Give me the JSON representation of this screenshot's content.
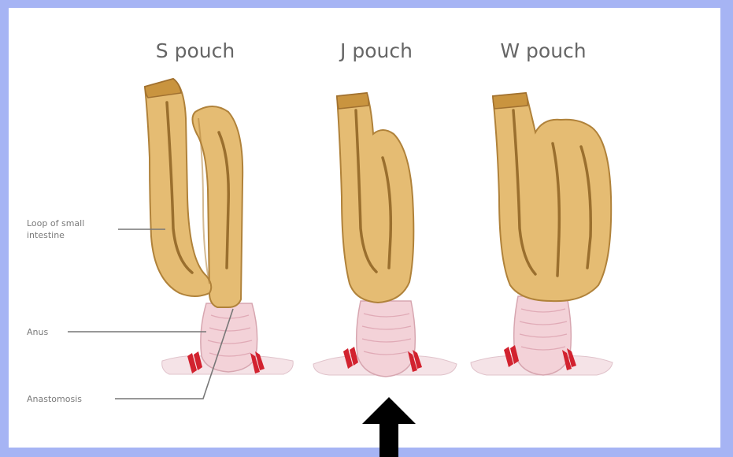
{
  "titles": {
    "s_pouch": "S pouch",
    "j_pouch": "J pouch",
    "w_pouch": "W pouch"
  },
  "labels": {
    "loop_line1": "Loop of small",
    "loop_line2": "intestine",
    "anus": "Anus",
    "anastomosis": "Anastomosis"
  },
  "colors": {
    "frame": "#a6b4f4",
    "intestine": "#e5bc73",
    "anus_tissue": "#f3d2d8",
    "suture": "#d2222f",
    "arrow": "#000000"
  },
  "icons": {
    "pointer": "up-arrow-icon"
  }
}
